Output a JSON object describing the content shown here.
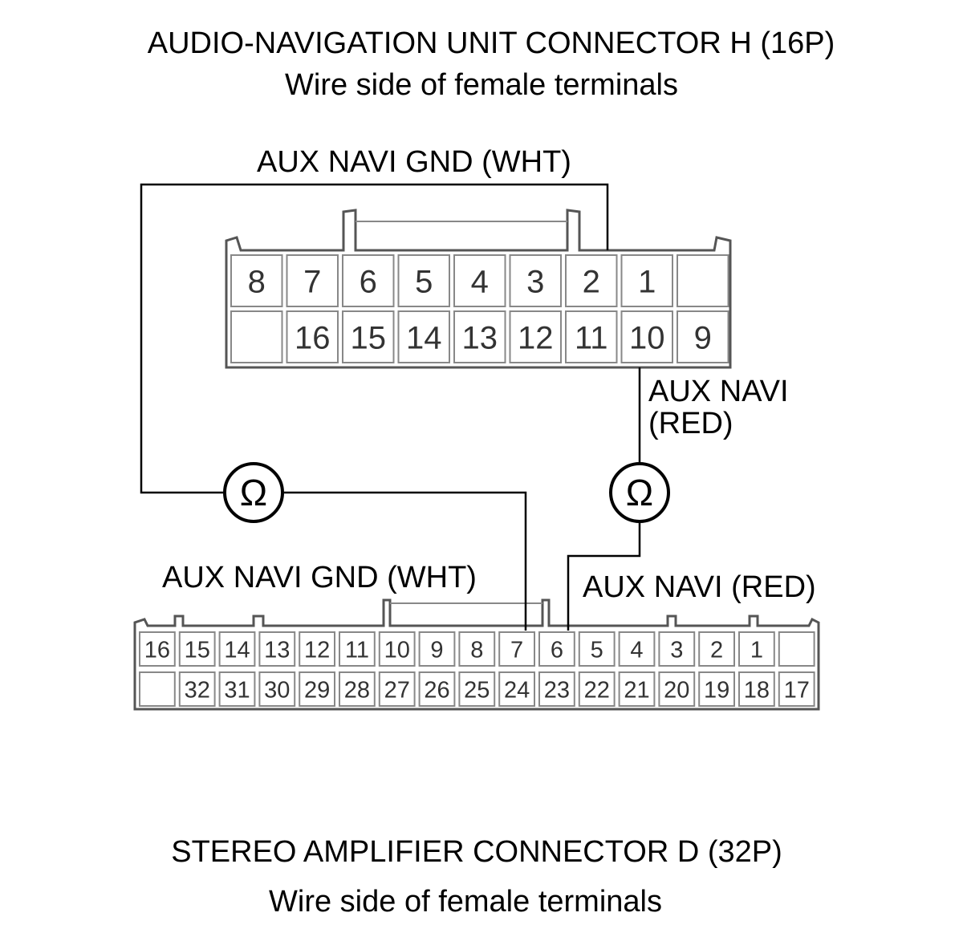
{
  "titles": {
    "connector_h": "AUDIO-NAVIGATION UNIT CONNECTOR H (16P)",
    "connector_h_sub": "Wire side of female terminals",
    "connector_d": "STEREO AMPLIFIER CONNECTOR D (32P)",
    "connector_d_sub": "Wire side of female terminals"
  },
  "labels": {
    "h_gnd": "AUX NAVI GND (WHT)",
    "h_navi_line1": "AUX NAVI",
    "h_navi_line2": "(RED)",
    "d_gnd": "AUX NAVI GND (WHT)",
    "d_navi": "AUX NAVI (RED)"
  },
  "meter_symbol": "Ω",
  "connector_h": {
    "row1": [
      "8",
      "7",
      "6",
      "5",
      "4",
      "3",
      "2",
      "1",
      ""
    ],
    "row2": [
      "",
      "16",
      "15",
      "14",
      "13",
      "12",
      "11",
      "10",
      "9"
    ]
  },
  "connector_d": {
    "row1": [
      "16",
      "15",
      "14",
      "13",
      "12",
      "11",
      "10",
      "9",
      "8",
      "7",
      "6",
      "5",
      "4",
      "3",
      "2",
      "1",
      ""
    ],
    "row2": [
      "",
      "32",
      "31",
      "30",
      "29",
      "28",
      "27",
      "26",
      "25",
      "24",
      "23",
      "22",
      "21",
      "20",
      "19",
      "18",
      "17"
    ]
  },
  "colors": {
    "wire": "#000000",
    "outline": "#555555"
  }
}
